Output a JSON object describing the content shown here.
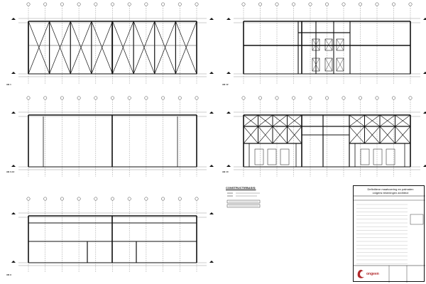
{
  "views": [
    {
      "id": "view-a1",
      "label": "AB 1"
    },
    {
      "id": "view-b1",
      "label": "AB 12"
    },
    {
      "id": "view-a2",
      "label": "AB 3-13"
    },
    {
      "id": "view-b2",
      "label": "AB 10"
    },
    {
      "id": "view-a3",
      "label": "AB A"
    }
  ],
  "legend": {
    "title": "CONSTRUCTIEBASIS:"
  },
  "title_block": {
    "line1": "Definitieve maatvoering en palmaten",
    "line2": "volgens tekeningen architect",
    "logo_text": "ongeen"
  },
  "colors": {
    "line": "#111111",
    "logo": "#b0282a"
  }
}
